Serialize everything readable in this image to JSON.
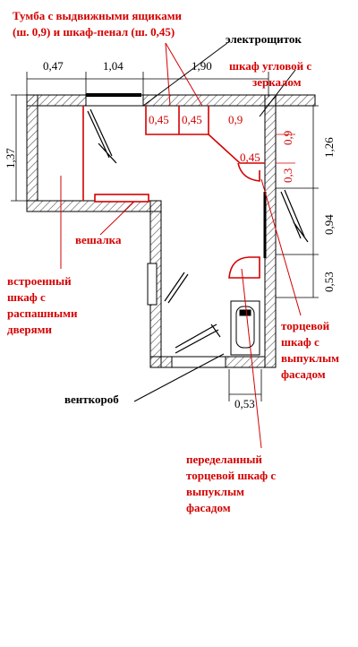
{
  "annotations": {
    "title_line1": "Тумба с выдвижными ящиками",
    "title_line2": "(ш. 0,9) и шкаф-пенал (ш. 0,45)",
    "electroshield": "электрощиток",
    "corner_cab_line1": "шкаф угловой с",
    "corner_cab_line2": "зеркалом",
    "hanger": "вешалка",
    "builtin_line1": "встроенный",
    "builtin_line2": "шкаф с",
    "builtin_line3": "распашными",
    "builtin_line4": "дверями",
    "end_cab_line1": "торцевой",
    "end_cab_line2": "шкаф с",
    "end_cab_line3": "выпуклым",
    "end_cab_line4": "фасадом",
    "ventbox": "венткороб",
    "remade_line1": "переделанный",
    "remade_line2": "торцевой шкаф с",
    "remade_line3": "выпуклым",
    "remade_line4": "фасадом"
  },
  "dimensions": {
    "top_left": "0,47",
    "top_mid": "1,04",
    "top_right": "1,90",
    "left_side": "1,37",
    "right_126": "1,26",
    "right_094": "0,94",
    "right_053": "0,53",
    "bottom_053": "0,53",
    "cab_045_a": "0,45",
    "cab_045_b": "0,45",
    "cab_09": "0,9",
    "corner_045": "0,45",
    "vert_09": "0,9",
    "vert_03": "0,3"
  },
  "colors": {
    "accent_red": "#d40000",
    "wall_line": "#000000",
    "hatch": "#555555"
  }
}
